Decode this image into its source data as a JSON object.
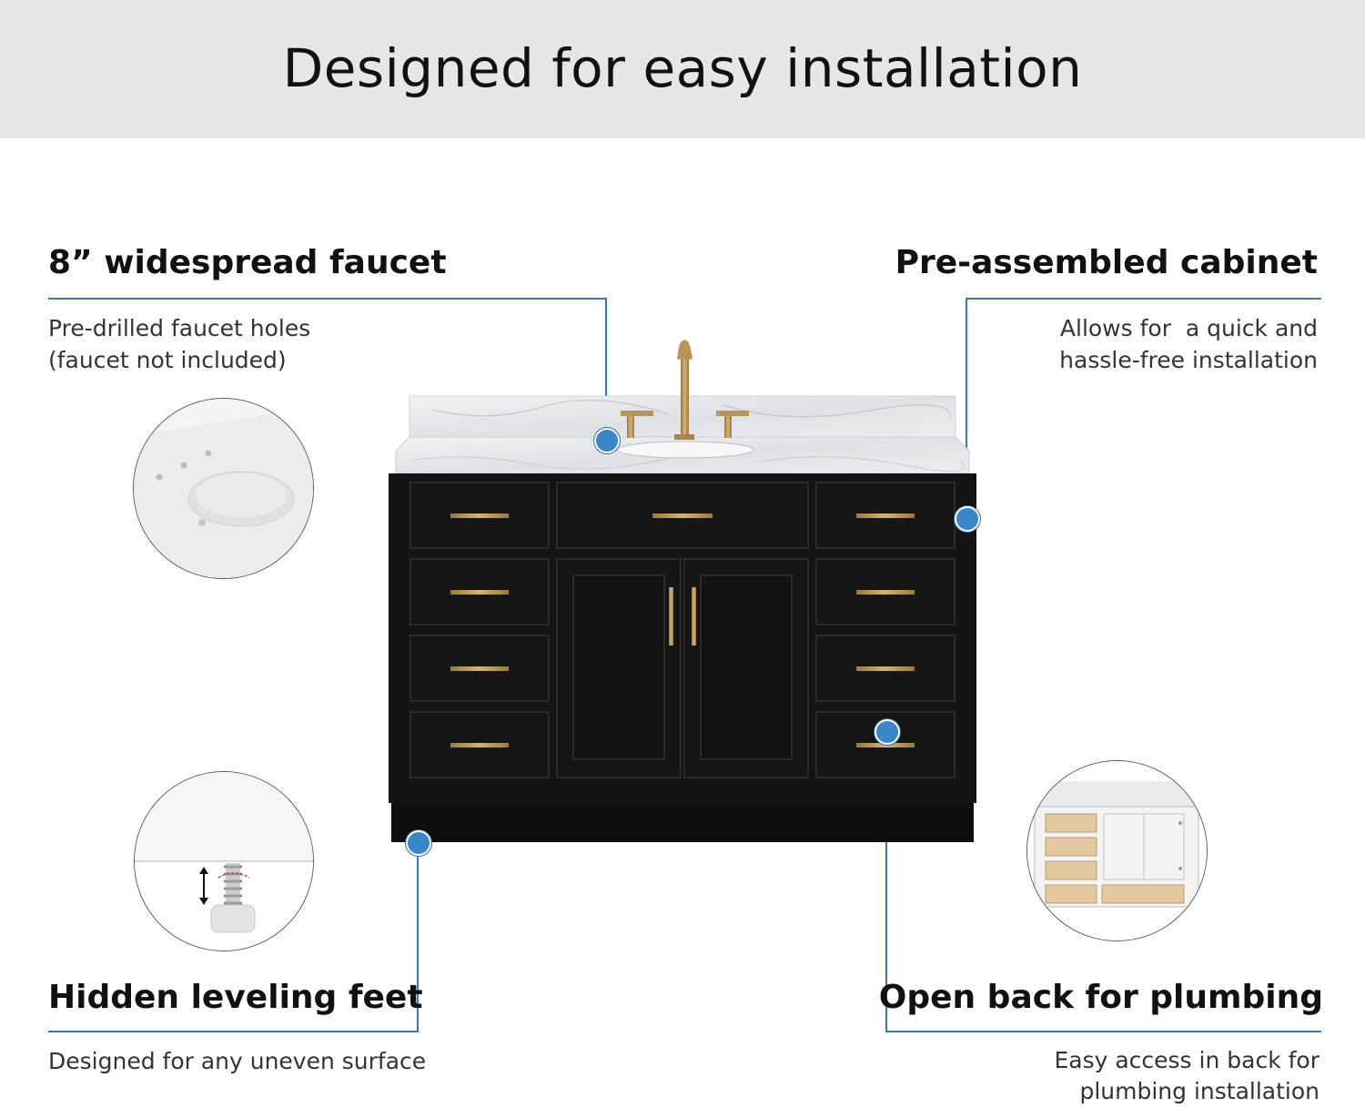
{
  "banner": {
    "title": "Designed for easy installation"
  },
  "features": {
    "faucet": {
      "title": "8” widespread faucet",
      "desc_line1": "Pre-drilled faucet holes",
      "desc_line2": "(faucet not included)"
    },
    "cabinet": {
      "title": "Pre-assembled cabinet",
      "desc_line1": "Allows for  a quick and",
      "desc_line2": "hassle-free installation"
    },
    "leveling": {
      "title": "Hidden leveling feet",
      "desc_line1": "Designed for any uneven surface"
    },
    "plumbing": {
      "title": "Open back for plumbing",
      "desc_line1": "Easy access in back for",
      "desc_line2": "plumbing installation"
    }
  },
  "colors": {
    "banner_bg": "#e6e6e6",
    "accent_line": "#3e78a8",
    "callout_dot": "#3a86c8",
    "cabinet_body": "#141414",
    "hardware_gold": "#b8945a",
    "marble_top": "#e9ebec"
  },
  "icons": [
    "callout-dot-icon",
    "leveling-arrow-icon"
  ]
}
